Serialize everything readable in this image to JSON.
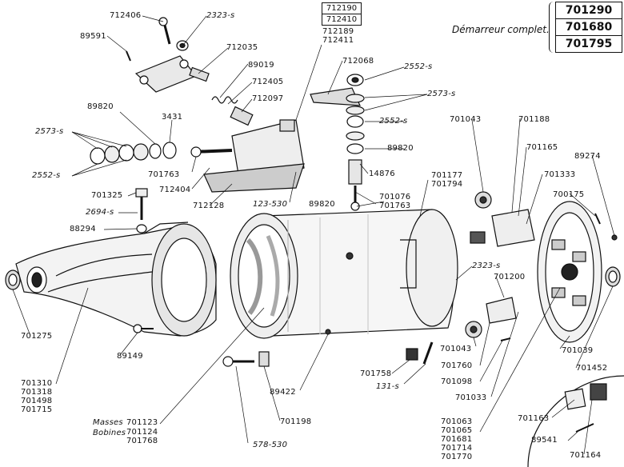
{
  "header": {
    "title": "Démarreur complet.",
    "refs": [
      "701290",
      "701680",
      "701795"
    ]
  },
  "stack_top": [
    "712190",
    "712410"
  ],
  "labels": {
    "l712406": "712406",
    "l2323s_top": "2323-s",
    "l89591": "89591",
    "l712035": "712035",
    "l89019": "89019",
    "l712405": "712405",
    "l712097": "712097",
    "l712189": "712189",
    "l712411": "712411",
    "l712068": "712068",
    "l2552s_a": "2552-s",
    "l2573s_r": "2573-s",
    "l2552s_b": "2552-s",
    "l89820_r": "89820",
    "l89820_l": "89820",
    "l3431": "3431",
    "l2573s_l": "2573-s",
    "l2552s_l": "2552-s",
    "l701763_l": "701763",
    "l712404": "712404",
    "l712128": "712128",
    "l123_530": "123-530",
    "l14876": "14876",
    "l89820_m": "89820",
    "l701076": "701076",
    "l701763_m": "701763",
    "l701177": "701177",
    "l701794": "701794",
    "l701325": "701325",
    "l2694s": "2694-s",
    "l88294": "88294",
    "l701043_t": "701043",
    "l701188": "701188",
    "l701165": "701165",
    "l701333": "701333",
    "l89274": "89274",
    "l700175": "700175",
    "l2323s_r": "2323-s",
    "l701200": "701200",
    "l701275": "701275",
    "l89149": "89149",
    "l701043_b": "701043",
    "l701760": "701760",
    "l701098": "701098",
    "l701033": "701033",
    "l701039": "701039",
    "l701452": "701452",
    "l701758": "701758",
    "l131s": "131-s",
    "l89422": "89422",
    "l701198": "701198",
    "l578_530": "578-530",
    "l701163": "701163",
    "l89541": "89541",
    "l701164": "701164"
  },
  "groups": {
    "left_bottom": [
      "701310",
      "701318",
      "701498",
      "701715"
    ],
    "masses_label": "Masses",
    "bobines_label": "Bobines",
    "masses_bobines_refs": [
      "701123",
      "701124",
      "701768"
    ],
    "right_bottom": [
      "701063",
      "701065",
      "701681",
      "701714",
      "701770"
    ]
  }
}
